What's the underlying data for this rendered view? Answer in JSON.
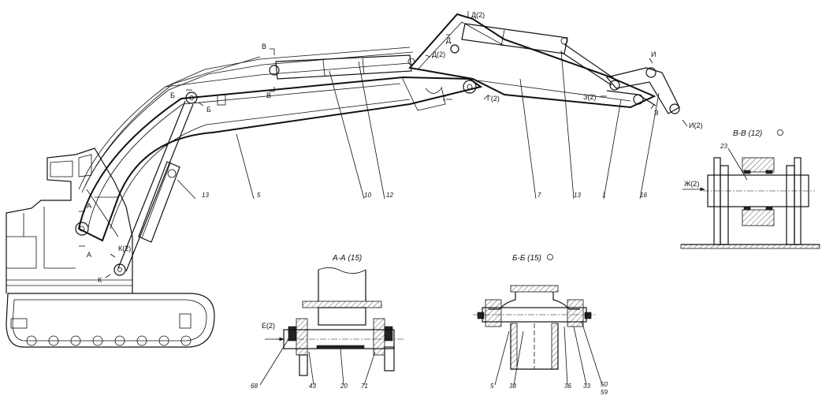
{
  "drawing": {
    "boom_labels": {
      "v": "В",
      "v2": "В",
      "b": "Б",
      "b2": "Б",
      "d2a": "Д(2)",
      "d": "Д",
      "d2b": "Д(2)",
      "g": "Г",
      "g2": "Г(2)",
      "z2": "З(2)",
      "z": "З",
      "i": "И",
      "i2": "И(2)",
      "a": "А",
      "a2": "А",
      "k2": "К(2)",
      "k": "К"
    },
    "part_numbers": [
      "13",
      "5",
      "10",
      "12",
      "7",
      "13",
      "1",
      "16"
    ],
    "section_aa": {
      "title": "А-А (15)",
      "view_label": "Е(2)",
      "callouts": [
        "68",
        "43",
        "20",
        "71"
      ]
    },
    "section_bb": {
      "title": "Б-Б (15)",
      "callouts": [
        "5",
        "38",
        "36",
        "33",
        "50",
        "59"
      ]
    },
    "section_vv": {
      "title": "В-В (12)",
      "view_label": "Ж(2)",
      "callouts": [
        "23"
      ]
    }
  }
}
